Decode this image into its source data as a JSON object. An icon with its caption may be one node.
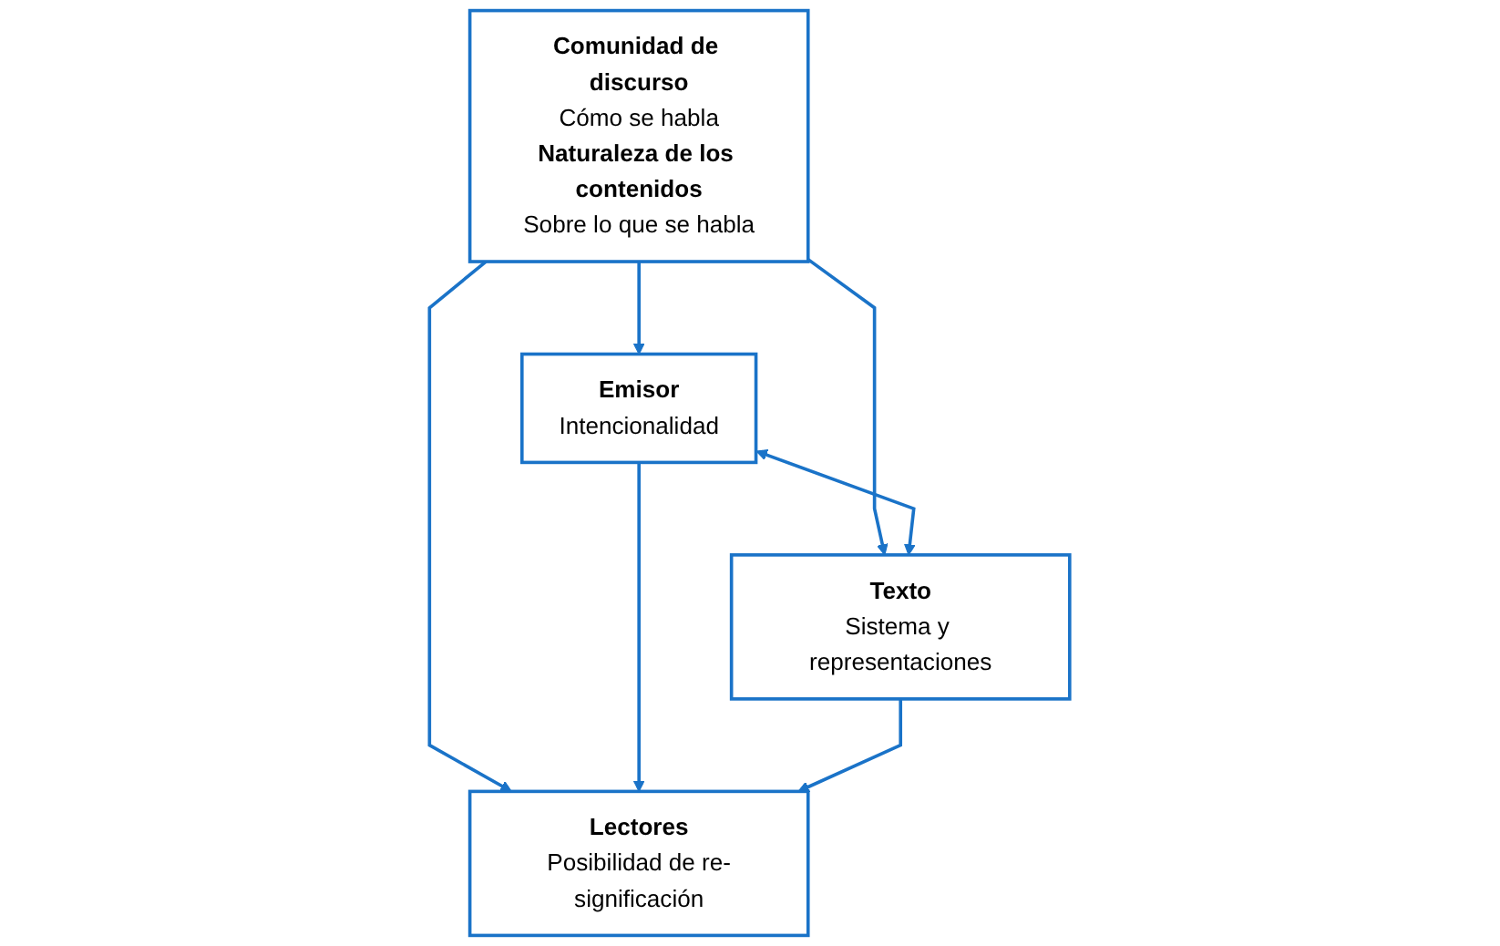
{
  "diagram": {
    "nodes": [
      {
        "text": [
          "Comunidad de discurso",
          "Cómo se habla",
          "Naturaleza de los contenidos",
          "Sobre lo que se habla"
        ]
      },
      {
        "text": [
          "Emisor",
          "Intencionalidad"
        ]
      },
      {
        "text": [
          "Texto",
          "Sistema y representaciones"
        ]
      },
      {
        "text": [
          "Lectores",
          "Posibilidad de re-significación"
        ]
      }
    ],
    "edges": [
      {
        "from": 0,
        "to": 1,
        "arrow": "to"
      },
      {
        "from": 0,
        "to": 2,
        "arrow": "to"
      },
      {
        "from": 0,
        "to": 3,
        "arrow": "to"
      },
      {
        "from": 1,
        "to": 2,
        "arrow": "both"
      },
      {
        "from": 1,
        "to": 3,
        "arrow": "to"
      },
      {
        "from": 2,
        "to": 3,
        "arrow": "to"
      }
    ]
  }
}
